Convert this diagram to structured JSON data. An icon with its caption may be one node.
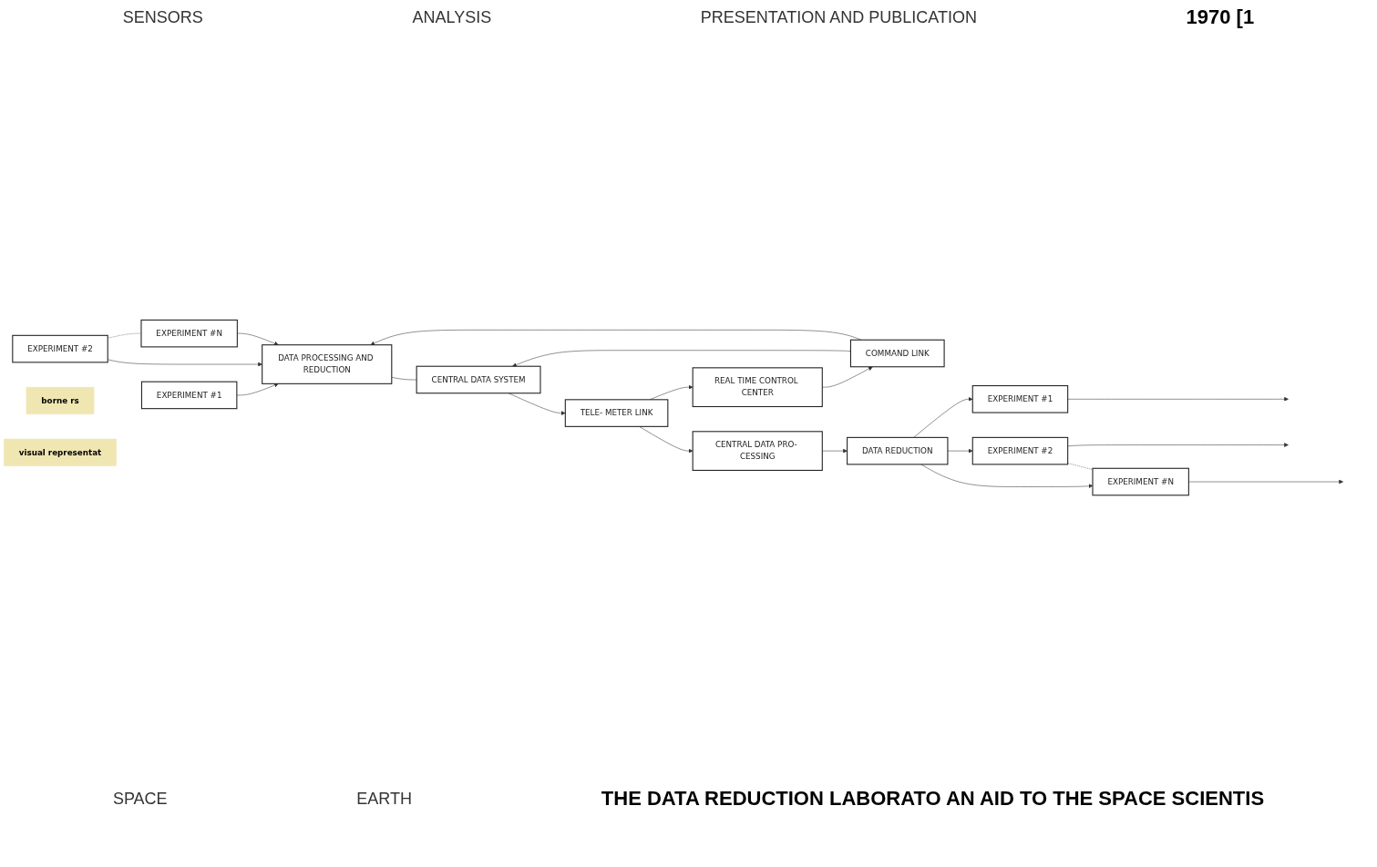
{
  "diagram": {
    "nodes": [
      {
        "text": [
          "EXPERIMENT #1"
        ]
      },
      {
        "text": [
          "EXPERIMENT #2"
        ]
      },
      {
        "text": [
          "EXPERIMENT #N"
        ]
      },
      {
        "text": [
          "DATA PROCESSING AND REDUCTION"
        ]
      },
      {
        "text": [
          "CENTRAL DATA SYSTEM"
        ]
      },
      {
        "text": [
          "TELE- METER LINK"
        ]
      },
      {
        "text": [
          "CENTRAL DATA PRO- CESSING"
        ]
      },
      {
        "text": [
          "COMMAND LINK"
        ]
      },
      {
        "text": [
          "REAL TIME CONTROL CENTER"
        ]
      },
      {
        "text": [
          "DATA REDUCTION"
        ]
      },
      {
        "text": [
          "EXPERIMENT #1"
        ]
      },
      {
        "text": [
          "EXPERIMENT #2"
        ]
      },
      {
        "text": [
          "EXPERIMENT #N"
        ]
      },
      {
        "text": [
          "borne rs"
        ]
      },
      {
        "text": [
          "visual representat"
        ]
      }
    ],
    "edges": [
      {
        "from": 0,
        "to": 3,
        "arrow": "to"
      },
      {
        "from": 1,
        "to": 3,
        "arrow": "to"
      },
      {
        "from": 2,
        "to": 3,
        "arrow": "to"
      },
      {
        "from": 1,
        "to": 2,
        "arrow": "none",
        "style": "dashed"
      },
      {
        "from": 3,
        "to": 4,
        "arrow": "none"
      },
      {
        "from": 4,
        "to": 5,
        "arrow": "to"
      },
      {
        "from": 5,
        "to": 6,
        "arrow": "to"
      },
      {
        "from": 5,
        "to": 8,
        "arrow": "to"
      },
      {
        "from": 8,
        "to": 7,
        "arrow": "to"
      },
      {
        "from": 7,
        "to": 4,
        "arrow": "to"
      },
      {
        "from": 7,
        "to": 3,
        "arrow": "to"
      },
      {
        "from": 6,
        "to": 9,
        "arrow": "to"
      },
      {
        "from": 9,
        "to": 10,
        "arrow": "to"
      },
      {
        "from": 9,
        "to": 11,
        "arrow": "to"
      },
      {
        "from": 9,
        "to": 12,
        "arrow": "to"
      },
      {
        "from": 11,
        "to": 12,
        "arrow": "none",
        "style": "dashed"
      },
      {
        "from": 10,
        "to": null,
        "arrow": "to"
      },
      {
        "from": 11,
        "to": null,
        "arrow": "to"
      },
      {
        "from": 12,
        "to": null,
        "arrow": "to"
      }
    ],
    "labels": [
      "SENSORS",
      "ANALYSIS",
      "PRESENTATION AND PUBLICATION",
      "1970 [1",
      "SPACE",
      "EARTH",
      "THE DATA REDUCTION LABORATO AN AID TO THE SPACE SCIENTIS"
    ]
  }
}
